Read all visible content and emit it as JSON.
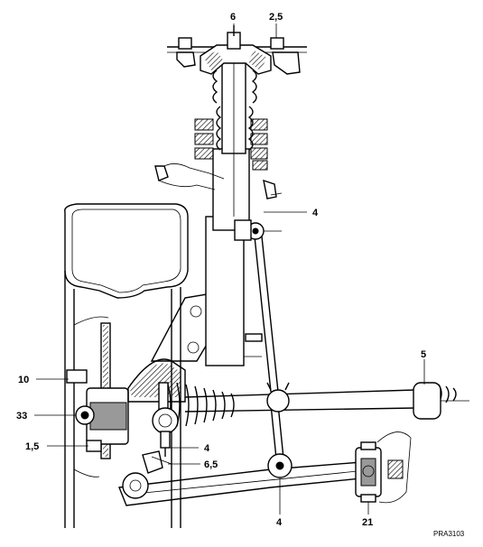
{
  "labels": {
    "top_center": "6",
    "top_right": "2,5",
    "strut_mid": "4",
    "hub_upper": "10",
    "hub_center": "33",
    "hub_lower": "1,5",
    "balljoint": "4",
    "balljoint_low": "6,5",
    "drive_right": "5",
    "lower_center": "4",
    "lower_right": "21"
  },
  "reference": "PRA3103"
}
